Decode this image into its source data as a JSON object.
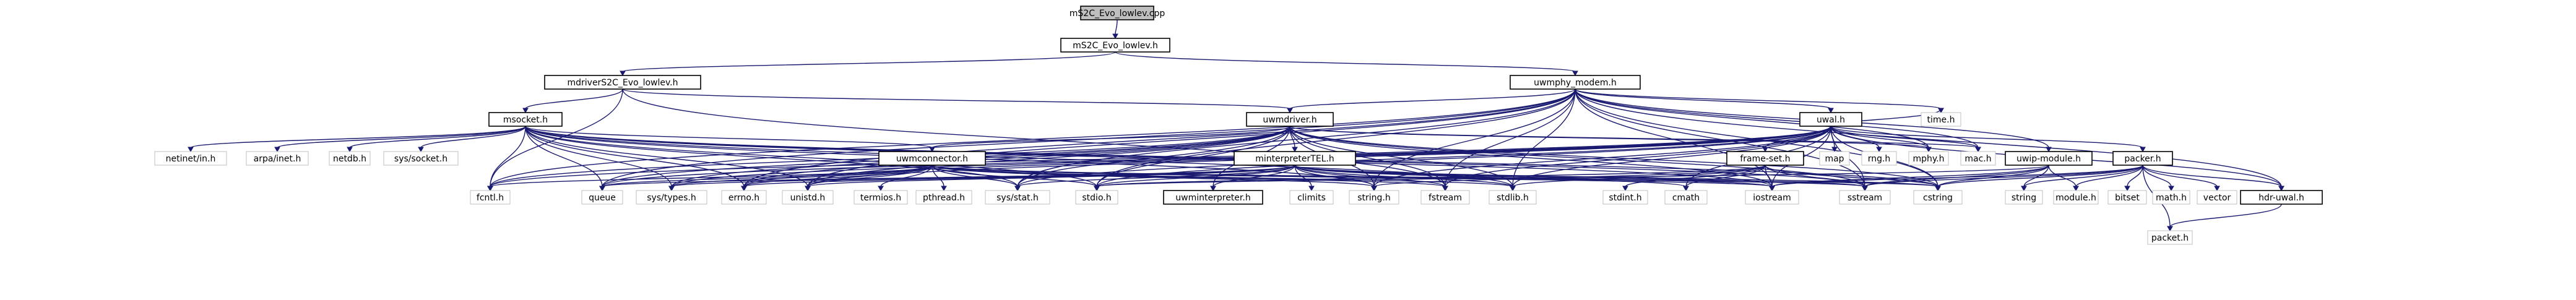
{
  "graph": {
    "title": "mS2C_Evo_lowlev.cpp",
    "edge_color": "#191970",
    "root_fill": "#bfbfbf",
    "nodes": [
      {
        "id": "root",
        "label": "mS2C_Evo_lowlev.cpp",
        "style": "root",
        "boxed": true
      },
      {
        "id": "ms2ch",
        "label": "mS2C_Evo_lowlev.h",
        "boxed": true
      },
      {
        "id": "mdriver",
        "label": "mdriverS2C_Evo_lowlev.h",
        "boxed": true
      },
      {
        "id": "uwmphy",
        "label": "uwmphy_modem.h",
        "boxed": true
      },
      {
        "id": "msocket",
        "label": "msocket.h",
        "boxed": true
      },
      {
        "id": "uwmdriver",
        "label": "uwmdriver.h",
        "boxed": true
      },
      {
        "id": "uwal",
        "label": "uwal.h",
        "boxed": true
      },
      {
        "id": "uwmconnector",
        "label": "uwmconnector.h",
        "boxed": true
      },
      {
        "id": "minterpreter",
        "label": "minterpreterTEL.h",
        "boxed": true
      },
      {
        "id": "frameset",
        "label": "frame-set.h",
        "boxed": true
      },
      {
        "id": "uwipmodule",
        "label": "uwip-module.h",
        "boxed": true
      },
      {
        "id": "packer",
        "label": "packer.h",
        "boxed": true
      },
      {
        "id": "hdruwal",
        "label": "hdr-uwal.h",
        "boxed": true
      },
      {
        "id": "uwminterpreter",
        "label": "uwminterpreter.h",
        "boxed": true
      },
      {
        "id": "netinet",
        "label": "netinet/in.h"
      },
      {
        "id": "arpainet",
        "label": "arpa/inet.h"
      },
      {
        "id": "netdb",
        "label": "netdb.h"
      },
      {
        "id": "syssocket",
        "label": "sys/socket.h"
      },
      {
        "id": "map",
        "label": "map"
      },
      {
        "id": "rngh",
        "label": "rng.h"
      },
      {
        "id": "mphy",
        "label": "mphy.h"
      },
      {
        "id": "mac",
        "label": "mac.h"
      },
      {
        "id": "timeh",
        "label": "time.h"
      },
      {
        "id": "fcntl",
        "label": "fcntl.h"
      },
      {
        "id": "queue",
        "label": "queue"
      },
      {
        "id": "systypes",
        "label": "sys/types.h"
      },
      {
        "id": "errno",
        "label": "errno.h"
      },
      {
        "id": "unistd",
        "label": "unistd.h"
      },
      {
        "id": "termios",
        "label": "termios.h"
      },
      {
        "id": "pthread",
        "label": "pthread.h"
      },
      {
        "id": "sysstat",
        "label": "sys/stat.h"
      },
      {
        "id": "stdio",
        "label": "stdio.h"
      },
      {
        "id": "climits",
        "label": "climits"
      },
      {
        "id": "stringh",
        "label": "string.h"
      },
      {
        "id": "fstream",
        "label": "fstream"
      },
      {
        "id": "stdlib",
        "label": "stdlib.h"
      },
      {
        "id": "iostream",
        "label": "iostream"
      },
      {
        "id": "stdint",
        "label": "stdint.h"
      },
      {
        "id": "cmath",
        "label": "cmath"
      },
      {
        "id": "sstream",
        "label": "sstream"
      },
      {
        "id": "cstring",
        "label": "cstring"
      },
      {
        "id": "string",
        "label": "string"
      },
      {
        "id": "module",
        "label": "module.h"
      },
      {
        "id": "bitset",
        "label": "bitset"
      },
      {
        "id": "mathh",
        "label": "math.h"
      },
      {
        "id": "vector",
        "label": "vector"
      },
      {
        "id": "packet",
        "label": "packet.h"
      }
    ],
    "edges": [
      [
        "root",
        "ms2ch"
      ],
      [
        "ms2ch",
        "mdriver"
      ],
      [
        "ms2ch",
        "uwmphy"
      ],
      [
        "mdriver",
        "msocket"
      ],
      [
        "mdriver",
        "uwmdriver"
      ],
      [
        "mdriver",
        "fcntl"
      ],
      [
        "mdriver",
        "fstream"
      ],
      [
        "uwmphy",
        "uwmdriver"
      ],
      [
        "uwmphy",
        "uwal"
      ],
      [
        "uwmphy",
        "uwipmodule"
      ],
      [
        "uwmphy",
        "hdruwal"
      ],
      [
        "uwmphy",
        "mphy"
      ],
      [
        "uwmphy",
        "mac"
      ],
      [
        "uwmphy",
        "timeh"
      ],
      [
        "uwmphy",
        "queue"
      ],
      [
        "uwmphy",
        "fcntl"
      ],
      [
        "uwmphy",
        "errno"
      ],
      [
        "uwmphy",
        "unistd"
      ],
      [
        "uwmphy",
        "sysstat"
      ],
      [
        "uwmphy",
        "stdio"
      ],
      [
        "uwmphy",
        "stringh"
      ],
      [
        "uwmphy",
        "stdlib"
      ],
      [
        "uwmphy",
        "iostream"
      ],
      [
        "uwmphy",
        "sstream"
      ],
      [
        "uwmphy",
        "cstring"
      ],
      [
        "uwmphy",
        "fstream"
      ],
      [
        "msocket",
        "uwmconnector"
      ],
      [
        "msocket",
        "netinet"
      ],
      [
        "msocket",
        "arpainet"
      ],
      [
        "msocket",
        "netdb"
      ],
      [
        "msocket",
        "syssocket"
      ],
      [
        "msocket",
        "fcntl"
      ],
      [
        "msocket",
        "queue"
      ],
      [
        "msocket",
        "systypes"
      ],
      [
        "msocket",
        "errno"
      ],
      [
        "msocket",
        "unistd"
      ],
      [
        "msocket",
        "stdio"
      ],
      [
        "msocket",
        "stringh"
      ],
      [
        "msocket",
        "stdlib"
      ],
      [
        "msocket",
        "iostream"
      ],
      [
        "msocket",
        "sstream"
      ],
      [
        "msocket",
        "cstring"
      ],
      [
        "msocket",
        "sysstat"
      ],
      [
        "uwmdriver",
        "uwmconnector"
      ],
      [
        "uwmdriver",
        "minterpreter"
      ],
      [
        "uwmdriver",
        "uwminterpreter"
      ],
      [
        "uwmdriver",
        "mphy"
      ],
      [
        "uwmdriver",
        "mac"
      ],
      [
        "uwmdriver",
        "fcntl"
      ],
      [
        "uwmdriver",
        "queue"
      ],
      [
        "uwmdriver",
        "systypes"
      ],
      [
        "uwmdriver",
        "errno"
      ],
      [
        "uwmdriver",
        "unistd"
      ],
      [
        "uwmdriver",
        "sysstat"
      ],
      [
        "uwmdriver",
        "stdio"
      ],
      [
        "uwmdriver",
        "stringh"
      ],
      [
        "uwmdriver",
        "stdlib"
      ],
      [
        "uwmdriver",
        "fstream"
      ],
      [
        "uwmdriver",
        "iostream"
      ],
      [
        "uwmdriver",
        "sstream"
      ],
      [
        "uwmdriver",
        "cstring"
      ],
      [
        "uwal",
        "frameset"
      ],
      [
        "uwal",
        "packer"
      ],
      [
        "uwal",
        "hdruwal"
      ],
      [
        "uwal",
        "map"
      ],
      [
        "uwal",
        "rngh"
      ],
      [
        "uwal",
        "mphy"
      ],
      [
        "uwal",
        "mac"
      ],
      [
        "uwal",
        "timeh"
      ],
      [
        "uwal",
        "systypes"
      ],
      [
        "uwal",
        "unistd"
      ],
      [
        "uwal",
        "stdio"
      ],
      [
        "uwal",
        "stringh"
      ],
      [
        "uwal",
        "stdlib"
      ],
      [
        "uwal",
        "iostream"
      ],
      [
        "uwal",
        "cmath"
      ],
      [
        "uwal",
        "sstream"
      ],
      [
        "uwal",
        "cstring"
      ],
      [
        "uwal",
        "fstream"
      ],
      [
        "uwal",
        "fcntl"
      ],
      [
        "uwal",
        "sysstat"
      ],
      [
        "uwal",
        "queue"
      ],
      [
        "uwal",
        "errno"
      ],
      [
        "uwmconnector",
        "fcntl"
      ],
      [
        "uwmconnector",
        "queue"
      ],
      [
        "uwmconnector",
        "systypes"
      ],
      [
        "uwmconnector",
        "errno"
      ],
      [
        "uwmconnector",
        "unistd"
      ],
      [
        "uwmconnector",
        "termios"
      ],
      [
        "uwmconnector",
        "pthread"
      ],
      [
        "uwmconnector",
        "sysstat"
      ],
      [
        "uwmconnector",
        "stdio"
      ],
      [
        "uwmconnector",
        "stringh"
      ],
      [
        "uwmconnector",
        "fstream"
      ],
      [
        "uwmconnector",
        "stdlib"
      ],
      [
        "uwmconnector",
        "iostream"
      ],
      [
        "uwmconnector",
        "sstream"
      ],
      [
        "uwmconnector",
        "cstring"
      ],
      [
        "minterpreter",
        "uwminterpreter"
      ],
      [
        "minterpreter",
        "climits"
      ],
      [
        "minterpreter",
        "stringh"
      ],
      [
        "minterpreter",
        "fstream"
      ],
      [
        "minterpreter",
        "stdlib"
      ],
      [
        "minterpreter",
        "iostream"
      ],
      [
        "minterpreter",
        "cmath"
      ],
      [
        "minterpreter",
        "sstream"
      ],
      [
        "minterpreter",
        "cstring"
      ],
      [
        "minterpreter",
        "queue"
      ],
      [
        "minterpreter",
        "systypes"
      ],
      [
        "minterpreter",
        "errno"
      ],
      [
        "minterpreter",
        "unistd"
      ],
      [
        "minterpreter",
        "sysstat"
      ],
      [
        "minterpreter",
        "stdio"
      ],
      [
        "frameset",
        "stdio"
      ],
      [
        "frameset",
        "stringh"
      ],
      [
        "frameset",
        "stdlib"
      ],
      [
        "frameset",
        "iostream"
      ],
      [
        "frameset",
        "stdint"
      ],
      [
        "frameset",
        "cmath"
      ],
      [
        "frameset",
        "sstream"
      ],
      [
        "frameset",
        "cstring"
      ],
      [
        "uwipmodule",
        "module"
      ],
      [
        "uwipmodule",
        "string"
      ],
      [
        "uwipmodule",
        "sstream"
      ],
      [
        "uwipmodule",
        "iostream"
      ],
      [
        "uwipmodule",
        "stdio"
      ],
      [
        "uwipmodule",
        "cstring"
      ],
      [
        "packer",
        "hdruwal"
      ],
      [
        "packer",
        "module"
      ],
      [
        "packer",
        "mathh"
      ],
      [
        "packer",
        "bitset"
      ],
      [
        "packer",
        "vector"
      ],
      [
        "packer",
        "packet"
      ],
      [
        "packer",
        "string"
      ],
      [
        "packer",
        "sstream"
      ],
      [
        "packer",
        "iostream"
      ],
      [
        "packer",
        "cstring"
      ],
      [
        "hdruwal",
        "packet"
      ]
    ]
  }
}
